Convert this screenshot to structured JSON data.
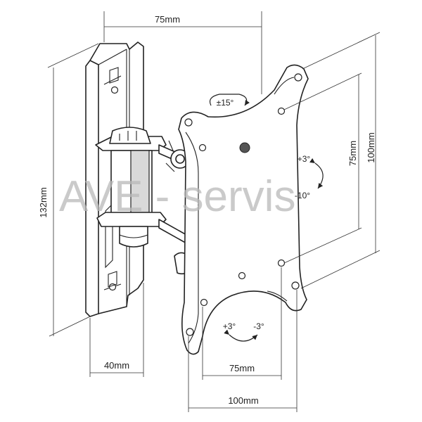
{
  "dimensions": {
    "top_width": "75mm",
    "left_height": "132mm",
    "right_outer": "100mm",
    "right_inner": "75mm",
    "bottom_inner": "75mm",
    "bottom_outer": "100mm",
    "depth": "40mm"
  },
  "angles": {
    "swivel": "±15°",
    "tilt_up": "+3°",
    "tilt_down": "-10°",
    "level_plus": "+3°",
    "level_minus": "-3°"
  },
  "watermark": "AVE - servis",
  "colors": {
    "line": "#222222",
    "watermark": "#b9b9b9",
    "background": "#ffffff"
  }
}
